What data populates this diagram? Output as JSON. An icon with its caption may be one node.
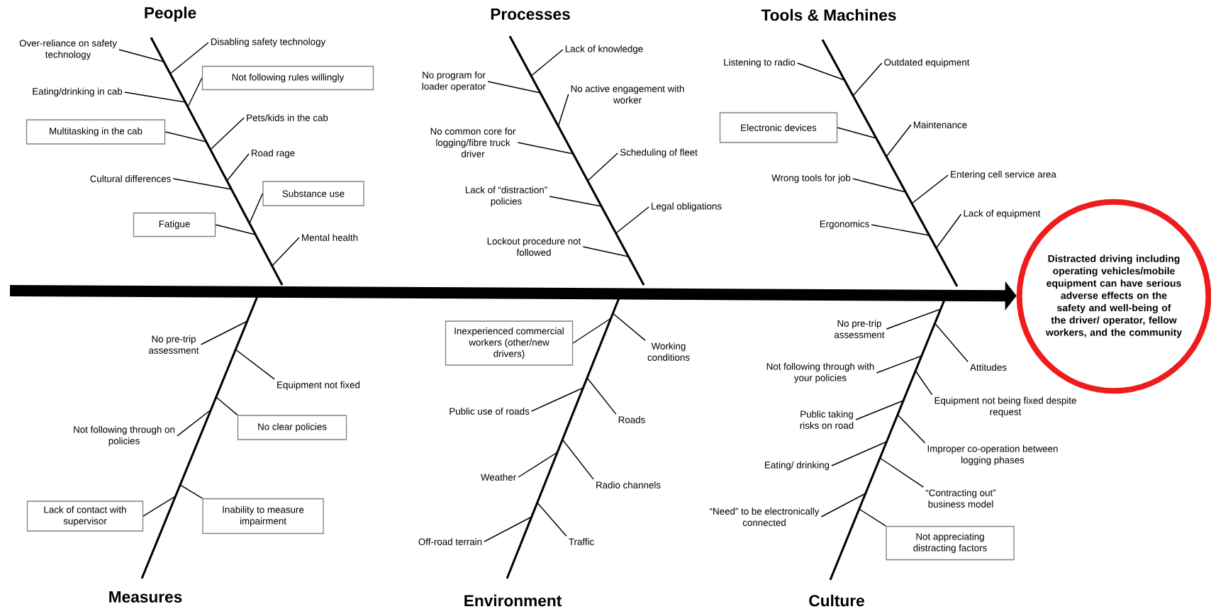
{
  "diagram": {
    "nodes": [
      {
        "text": [
          "Over-reliance on safety technology"
        ]
      },
      {
        "text": [
          "Disabling safety technology"
        ]
      },
      {
        "text": [
          "Not following rules willingly"
        ]
      },
      {
        "text": [
          "Eating/drinking in cab"
        ]
      },
      {
        "text": [
          "Multitasking in the cab"
        ]
      },
      {
        "text": [
          "Pets/kids in the cab"
        ]
      },
      {
        "text": [
          "Road rage"
        ]
      },
      {
        "text": [
          "Cultural differences"
        ]
      },
      {
        "text": [
          "Substance use"
        ]
      },
      {
        "text": [
          "Fatigue"
        ]
      },
      {
        "text": [
          "Mental health"
        ]
      },
      {
        "text": [
          "Lack of knowledge"
        ]
      },
      {
        "text": [
          "No program for loader operator"
        ]
      },
      {
        "text": [
          "No active engagement with worker"
        ]
      },
      {
        "text": [
          "No common core for logging/fibre truck driver"
        ]
      },
      {
        "text": [
          "Scheduling of fleet"
        ]
      },
      {
        "text": [
          "Lack of “distraction” policies"
        ]
      },
      {
        "text": [
          "Legal obligations"
        ]
      },
      {
        "text": [
          "Lockout procedure not followed"
        ]
      },
      {
        "text": [
          "Listening to radio"
        ]
      },
      {
        "text": [
          "Outdated equipment"
        ]
      },
      {
        "text": [
          "Electronic devices"
        ]
      },
      {
        "text": [
          "Maintenance"
        ]
      },
      {
        "text": [
          "Wrong tools for job"
        ]
      },
      {
        "text": [
          "Entering cell service area"
        ]
      },
      {
        "text": [
          "Ergonomics"
        ]
      },
      {
        "text": [
          "Lack of equipment"
        ]
      },
      {
        "text": [
          "Distracted driving including operating vehicles/mobile equipment can have serious adverse effects on the safety and well-being of the driver/ operator, fellow workers, and the community"
        ]
      },
      {
        "text": [
          "No pre-trip assessment"
        ]
      },
      {
        "text": [
          "Equipment not fixed"
        ]
      },
      {
        "text": [
          "Not following through on policies"
        ]
      },
      {
        "text": [
          "No clear policies"
        ]
      },
      {
        "text": [
          "Lack of contact with supervisor"
        ]
      },
      {
        "text": [
          "Inability to measure impairment"
        ]
      },
      {
        "text": [
          "Inexperienced commercial workers (other/new drivers)"
        ]
      },
      {
        "text": [
          "Working conditions"
        ]
      },
      {
        "text": [
          "Public use of roads"
        ]
      },
      {
        "text": [
          "Roads"
        ]
      },
      {
        "text": [
          "Weather"
        ]
      },
      {
        "text": [
          "Radio channels"
        ]
      },
      {
        "text": [
          "Off-road terrain"
        ]
      },
      {
        "text": [
          "Traffic"
        ]
      },
      {
        "text": [
          "No pre-trip assessment"
        ]
      },
      {
        "text": [
          "Attitudes"
        ]
      },
      {
        "text": [
          "Not following through with your policies"
        ]
      },
      {
        "text": [
          "Equipment not being fixed despite request"
        ]
      },
      {
        "text": [
          "Public taking risks on road"
        ]
      },
      {
        "text": [
          "Improper co-operation between logging phases"
        ]
      },
      {
        "text": [
          "Eating/ drinking"
        ]
      },
      {
        "text": [
          "“Contracting out” business model"
        ]
      },
      {
        "text": [
          "“Need” to be electronically connected"
        ]
      },
      {
        "text": [
          "Not appreciating distracting factors"
        ]
      }
    ],
    "edges": [
      {
        "from": null,
        "to": 27,
        "arrow": "to",
        "style": "thick"
      },
      {
        "from": 0,
        "to": null,
        "arrow": "none"
      },
      {
        "from": 1,
        "to": null,
        "arrow": "none"
      },
      {
        "from": 2,
        "to": null,
        "arrow": "none"
      },
      {
        "from": 3,
        "to": null,
        "arrow": "none"
      },
      {
        "from": 4,
        "to": null,
        "arrow": "none"
      },
      {
        "from": 5,
        "to": null,
        "arrow": "none"
      },
      {
        "from": 6,
        "to": null,
        "arrow": "none"
      },
      {
        "from": 7,
        "to": null,
        "arrow": "none"
      },
      {
        "from": 8,
        "to": null,
        "arrow": "none"
      },
      {
        "from": 9,
        "to": null,
        "arrow": "none"
      },
      {
        "from": 10,
        "to": null,
        "arrow": "none"
      },
      {
        "from": 11,
        "to": null,
        "arrow": "none"
      },
      {
        "from": 12,
        "to": null,
        "arrow": "none"
      },
      {
        "from": 13,
        "to": null,
        "arrow": "none"
      },
      {
        "from": 14,
        "to": null,
        "arrow": "none"
      },
      {
        "from": 15,
        "to": null,
        "arrow": "none"
      },
      {
        "from": 16,
        "to": null,
        "arrow": "none"
      },
      {
        "from": 17,
        "to": null,
        "arrow": "none"
      },
      {
        "from": 18,
        "to": null,
        "arrow": "none"
      },
      {
        "from": 19,
        "to": null,
        "arrow": "none"
      },
      {
        "from": 20,
        "to": null,
        "arrow": "none"
      },
      {
        "from": 21,
        "to": null,
        "arrow": "none"
      },
      {
        "from": 22,
        "to": null,
        "arrow": "none"
      },
      {
        "from": 23,
        "to": null,
        "arrow": "none"
      },
      {
        "from": 24,
        "to": null,
        "arrow": "none"
      },
      {
        "from": 25,
        "to": null,
        "arrow": "none"
      },
      {
        "from": 26,
        "to": null,
        "arrow": "none"
      },
      {
        "from": 28,
        "to": null,
        "arrow": "none"
      },
      {
        "from": 29,
        "to": null,
        "arrow": "none"
      },
      {
        "from": 30,
        "to": null,
        "arrow": "none"
      },
      {
        "from": 31,
        "to": null,
        "arrow": "none"
      },
      {
        "from": 32,
        "to": null,
        "arrow": "none"
      },
      {
        "from": 33,
        "to": null,
        "arrow": "none"
      },
      {
        "from": 34,
        "to": null,
        "arrow": "none"
      },
      {
        "from": 35,
        "to": null,
        "arrow": "none"
      },
      {
        "from": 36,
        "to": null,
        "arrow": "none"
      },
      {
        "from": 37,
        "to": null,
        "arrow": "none"
      },
      {
        "from": 38,
        "to": null,
        "arrow": "none"
      },
      {
        "from": 39,
        "to": null,
        "arrow": "none"
      },
      {
        "from": 40,
        "to": null,
        "arrow": "none"
      },
      {
        "from": 41,
        "to": null,
        "arrow": "none"
      },
      {
        "from": 42,
        "to": null,
        "arrow": "none"
      },
      {
        "from": 43,
        "to": null,
        "arrow": "none"
      },
      {
        "from": 44,
        "to": null,
        "arrow": "none"
      },
      {
        "from": 45,
        "to": null,
        "arrow": "none"
      },
      {
        "from": 46,
        "to": null,
        "arrow": "none"
      },
      {
        "from": 47,
        "to": null,
        "arrow": "none"
      },
      {
        "from": 48,
        "to": null,
        "arrow": "none"
      },
      {
        "from": 49,
        "to": null,
        "arrow": "none"
      },
      {
        "from": 50,
        "to": null,
        "arrow": "none"
      },
      {
        "from": 51,
        "to": null,
        "arrow": "none"
      }
    ],
    "labels": [
      "People",
      "Processes",
      "Tools & Machines",
      "Measures",
      "Environment",
      "Culture"
    ]
  }
}
